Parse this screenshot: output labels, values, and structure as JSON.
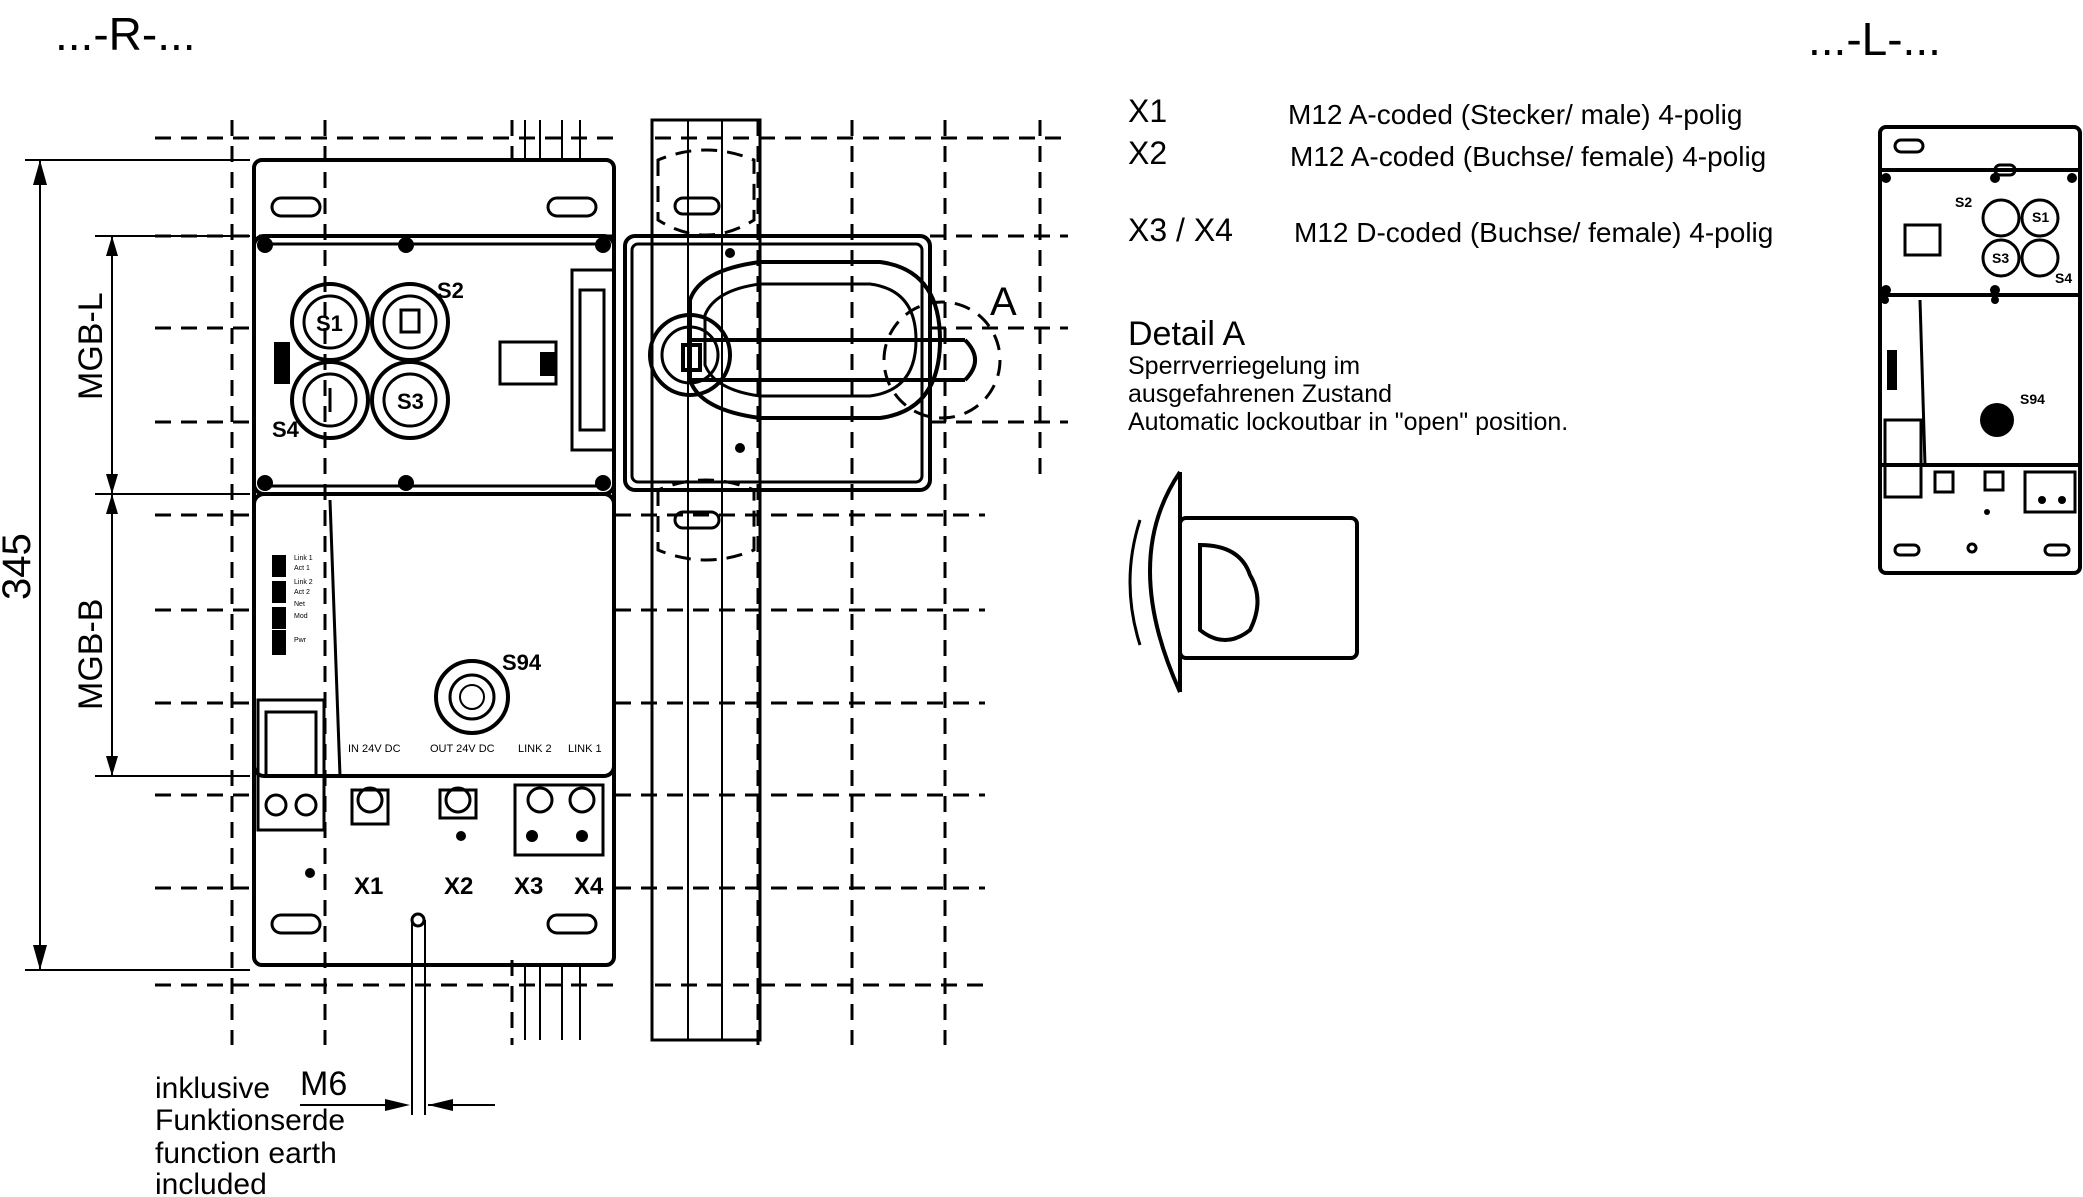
{
  "variant_right_label": "...-R-...",
  "variant_left_label": "...-L-...",
  "dimension_total": "345",
  "dimension_mgb_l": "MGB-L",
  "dimension_mgb_b": "MGB-B",
  "detail_marker": "A",
  "ports": {
    "x1": "X1",
    "x2": "X2",
    "x3": "X3",
    "x4": "X4",
    "in_24v": "IN 24V DC",
    "out_24v": "OUT 24V DC",
    "link2": "LINK 2",
    "link1": "LINK 1"
  },
  "buttons": {
    "s1": "S1",
    "s2": "S2",
    "s3": "S3",
    "s4": "S4",
    "s94": "S94"
  },
  "leds": [
    "Link 1",
    "Act 1",
    "Link 2",
    "Act 2",
    "Net",
    "Mod",
    "Pwr"
  ],
  "legend": [
    {
      "code": "X1",
      "desc": "M12 A-coded (Stecker/ male) 4-polig"
    },
    {
      "code": "X2",
      "desc": "M12 A-coded (Buchse/ female) 4-polig"
    },
    {
      "code": "X3 / X4",
      "desc": "M12 D-coded (Buchse/ female) 4-polig"
    }
  ],
  "detail": {
    "title": "Detail A",
    "line1": "Sperrverriegelung im",
    "line2": "ausgefahrenen Zustand",
    "line3": "Automatic lockoutbar in \"open\" position."
  },
  "earth_note": {
    "line1_prefix": "inklusive",
    "line1_size": "M6",
    "line2": "Funktionserde",
    "line3": "function earth",
    "line4": "included"
  }
}
